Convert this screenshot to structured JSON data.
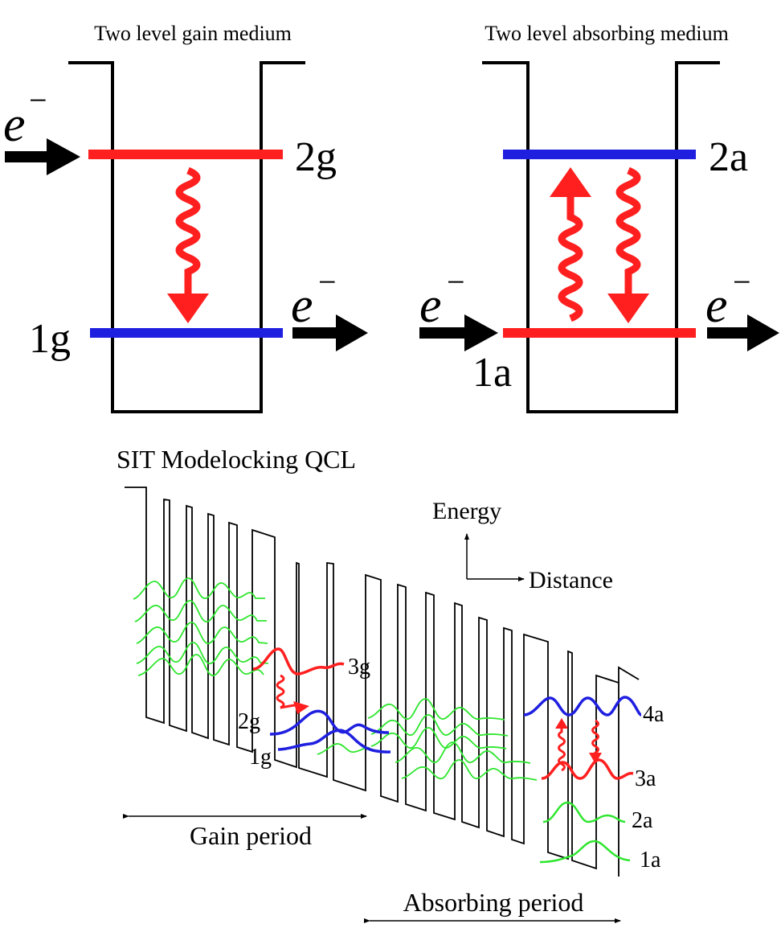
{
  "top_left": {
    "title": "Two level gain medium",
    "upper_level_label": "2g",
    "lower_level_label": "1g",
    "electron_in": "e",
    "electron_out": "e",
    "electron_sign": "−"
  },
  "top_right": {
    "title": "Two level absorbing medium",
    "upper_level_label": "2a",
    "lower_level_label": "1a",
    "electron_in": "e",
    "electron_out": "e",
    "electron_sign": "−"
  },
  "bottom": {
    "title": "SIT Modelocking QCL",
    "axis_y": "Energy",
    "axis_x": "Distance",
    "gain_labels": [
      "3g",
      "2g",
      "1g"
    ],
    "absorb_labels": [
      "4a",
      "3a",
      "2a",
      "1a"
    ],
    "gain_period": "Gain period",
    "absorbing_period": "Absorbing period"
  },
  "colors": {
    "red": "#ff1f1f",
    "blue": "#1f1fe0",
    "green": "#2ee62e",
    "black": "#000000"
  }
}
